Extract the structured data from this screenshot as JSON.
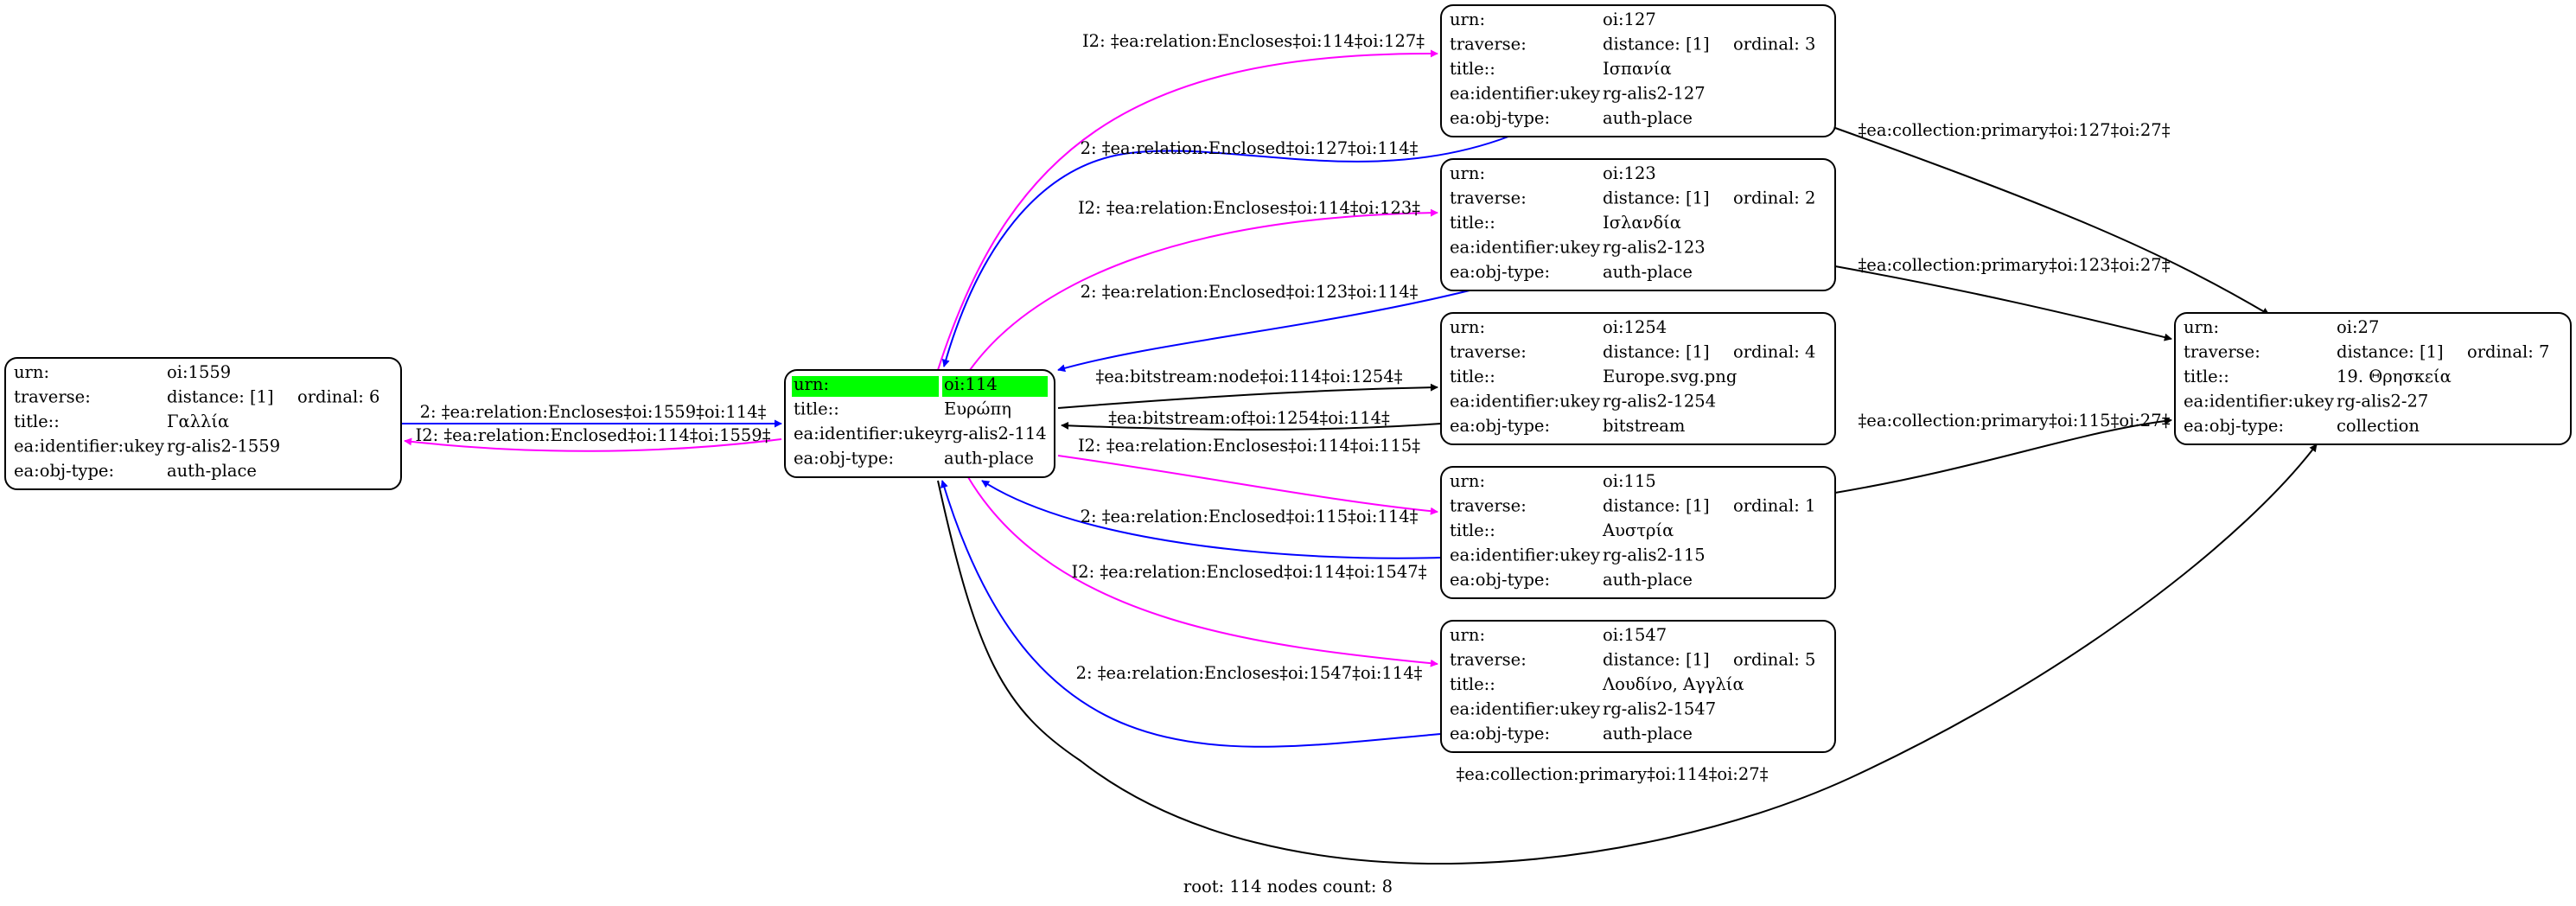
{
  "colors": {
    "enclosed": "#0000ff",
    "encloses": "#ff00ff",
    "plain": "#000000",
    "root_highlight": "#00ff00"
  },
  "footer": "root: 114 nodes count: 8",
  "nodes": [
    {
      "id": "n114",
      "root": true,
      "rows": [
        [
          "urn:",
          "oi:114"
        ],
        [
          "title::",
          "Ευρώπη"
        ],
        [
          "ea:identifier:ukey",
          "rg-alis2-114"
        ],
        [
          "ea:obj-type:",
          "auth-place"
        ]
      ]
    },
    {
      "id": "n1559",
      "rows": [
        [
          "urn:",
          "oi:1559"
        ],
        [
          "traverse:",
          "distance: [1]",
          "ordinal: 6"
        ],
        [
          "title::",
          "Γαλλία"
        ],
        [
          "ea:identifier:ukey",
          "rg-alis2-1559"
        ],
        [
          "ea:obj-type:",
          "auth-place"
        ]
      ]
    },
    {
      "id": "n127",
      "rows": [
        [
          "urn:",
          "oi:127"
        ],
        [
          "traverse:",
          "distance: [1]",
          "ordinal: 3"
        ],
        [
          "title::",
          "Ισπανία"
        ],
        [
          "ea:identifier:ukey",
          "rg-alis2-127"
        ],
        [
          "ea:obj-type:",
          "auth-place"
        ]
      ]
    },
    {
      "id": "n123",
      "rows": [
        [
          "urn:",
          "oi:123"
        ],
        [
          "traverse:",
          "distance: [1]",
          "ordinal: 2"
        ],
        [
          "title::",
          "Ισλανδία"
        ],
        [
          "ea:identifier:ukey",
          "rg-alis2-123"
        ],
        [
          "ea:obj-type:",
          "auth-place"
        ]
      ]
    },
    {
      "id": "n1254",
      "rows": [
        [
          "urn:",
          "oi:1254"
        ],
        [
          "traverse:",
          "distance: [1]",
          "ordinal: 4"
        ],
        [
          "title::",
          "Europe.svg.png"
        ],
        [
          "ea:identifier:ukey",
          "rg-alis2-1254"
        ],
        [
          "ea:obj-type:",
          "bitstream"
        ]
      ]
    },
    {
      "id": "n115",
      "rows": [
        [
          "urn:",
          "oi:115"
        ],
        [
          "traverse:",
          "distance: [1]",
          "ordinal: 1"
        ],
        [
          "title::",
          "Αυστρία"
        ],
        [
          "ea:identifier:ukey",
          "rg-alis2-115"
        ],
        [
          "ea:obj-type:",
          "auth-place"
        ]
      ]
    },
    {
      "id": "n1547",
      "rows": [
        [
          "urn:",
          "oi:1547"
        ],
        [
          "traverse:",
          "distance: [1]",
          "ordinal: 5"
        ],
        [
          "title::",
          "Λουδίνο, Αγγλία"
        ],
        [
          "ea:identifier:ukey",
          "rg-alis2-1547"
        ],
        [
          "ea:obj-type:",
          "auth-place"
        ]
      ]
    },
    {
      "id": "n27",
      "rows": [
        [
          "urn:",
          "oi:27"
        ],
        [
          "traverse:",
          "distance: [1]",
          "ordinal: 7"
        ],
        [
          "title::",
          "19. Θρησκεία"
        ],
        [
          "ea:identifier:ukey",
          "rg-alis2-27"
        ],
        [
          "ea:obj-type:",
          "collection"
        ]
      ]
    }
  ],
  "edges": [
    {
      "id": "e1",
      "label": "2: ‡ea:relation:Encloses‡oi:1559‡oi:114‡",
      "kind": "enclosed"
    },
    {
      "id": "e2",
      "label": "I2: ‡ea:relation:Enclosed‡oi:114‡oi:1559‡",
      "kind": "encloses"
    },
    {
      "id": "e3",
      "label": "I2: ‡ea:relation:Encloses‡oi:114‡oi:127‡",
      "kind": "encloses"
    },
    {
      "id": "e4",
      "label": "2: ‡ea:relation:Enclosed‡oi:127‡oi:114‡",
      "kind": "enclosed"
    },
    {
      "id": "e5",
      "label": "I2: ‡ea:relation:Encloses‡oi:114‡oi:123‡",
      "kind": "encloses"
    },
    {
      "id": "e6",
      "label": "2: ‡ea:relation:Enclosed‡oi:123‡oi:114‡",
      "kind": "enclosed"
    },
    {
      "id": "e7",
      "label": "‡ea:bitstream:node‡oi:114‡oi:1254‡",
      "kind": "plain"
    },
    {
      "id": "e8",
      "label": "‡ea:bitstream:of‡oi:1254‡oi:114‡",
      "kind": "plain"
    },
    {
      "id": "e9",
      "label": "I2: ‡ea:relation:Encloses‡oi:114‡oi:115‡",
      "kind": "encloses"
    },
    {
      "id": "e10",
      "label": "2: ‡ea:relation:Enclosed‡oi:115‡oi:114‡",
      "kind": "enclosed"
    },
    {
      "id": "e11",
      "label": "I2: ‡ea:relation:Enclosed‡oi:114‡oi:1547‡",
      "kind": "encloses"
    },
    {
      "id": "e12",
      "label": "2: ‡ea:relation:Encloses‡oi:1547‡oi:114‡",
      "kind": "enclosed"
    },
    {
      "id": "e13",
      "label": "‡ea:collection:primary‡oi:127‡oi:27‡",
      "kind": "plain"
    },
    {
      "id": "e14",
      "label": "‡ea:collection:primary‡oi:123‡oi:27‡",
      "kind": "plain"
    },
    {
      "id": "e15",
      "label": "‡ea:collection:primary‡oi:115‡oi:27‡",
      "kind": "plain"
    },
    {
      "id": "e16",
      "label": "‡ea:collection:primary‡oi:114‡oi:27‡",
      "kind": "plain"
    }
  ]
}
